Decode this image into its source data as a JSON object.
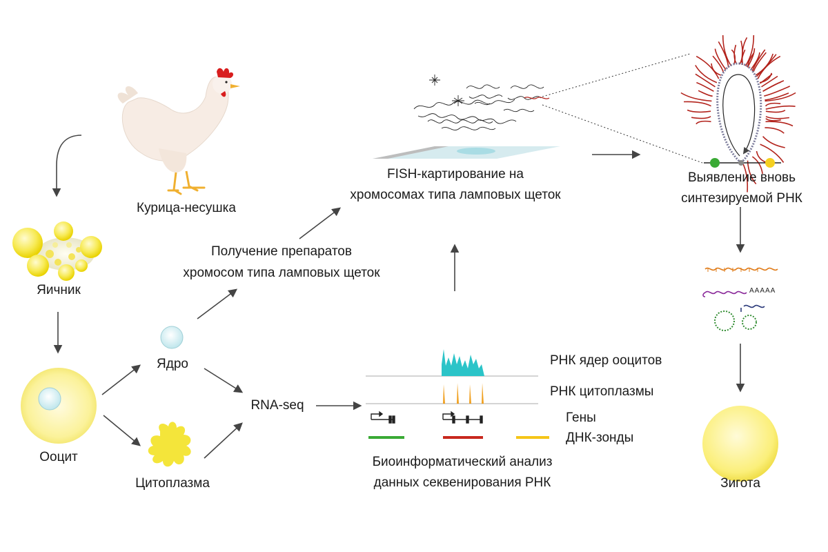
{
  "colors": {
    "arrow": "#444444",
    "yolk": "#f3e100",
    "yolk_light": "#fff8b0",
    "nucleus": "#cfeef2",
    "cyan_track": "#2bc4c8",
    "orange_track": "#f0a020",
    "probe_green": "#3aaa35",
    "probe_red": "#c8281e",
    "probe_yellow": "#f5c518",
    "loop_red": "#b2221b",
    "rna_orange": "#e07c1a",
    "rna_purple": "#8a2a9a",
    "rna_navy": "#2b3a7a",
    "rna_green": "#2e8b2e"
  },
  "labels": {
    "hen": "Курица-несушка",
    "ovary": "Яичник",
    "oocyte": "Ооцит",
    "nucleus": "Ядро",
    "cytoplasm": "Цитоплазма",
    "rnaseq": "RNA-seq",
    "prep_line1": "Получение препаратов",
    "prep_line2": "хромосом типа ламповых щеток",
    "fish_line1": "FISH-картирование на",
    "fish_line2": "хромосомах типа ламповых щеток",
    "detect_line1": "Выявление вновь",
    "detect_line2": "синтезируемой РНК",
    "zygote": "Зигота",
    "track_nuclear": "РНК ядер ооцитов",
    "track_cyto": "РНК цитоплазмы",
    "genes": "Гены",
    "probes": "ДНК-зонды",
    "bio_line1": "Биоинформатический анализ",
    "bio_line2": "данных секвенирования РНК",
    "polyA": "AAAAA"
  }
}
